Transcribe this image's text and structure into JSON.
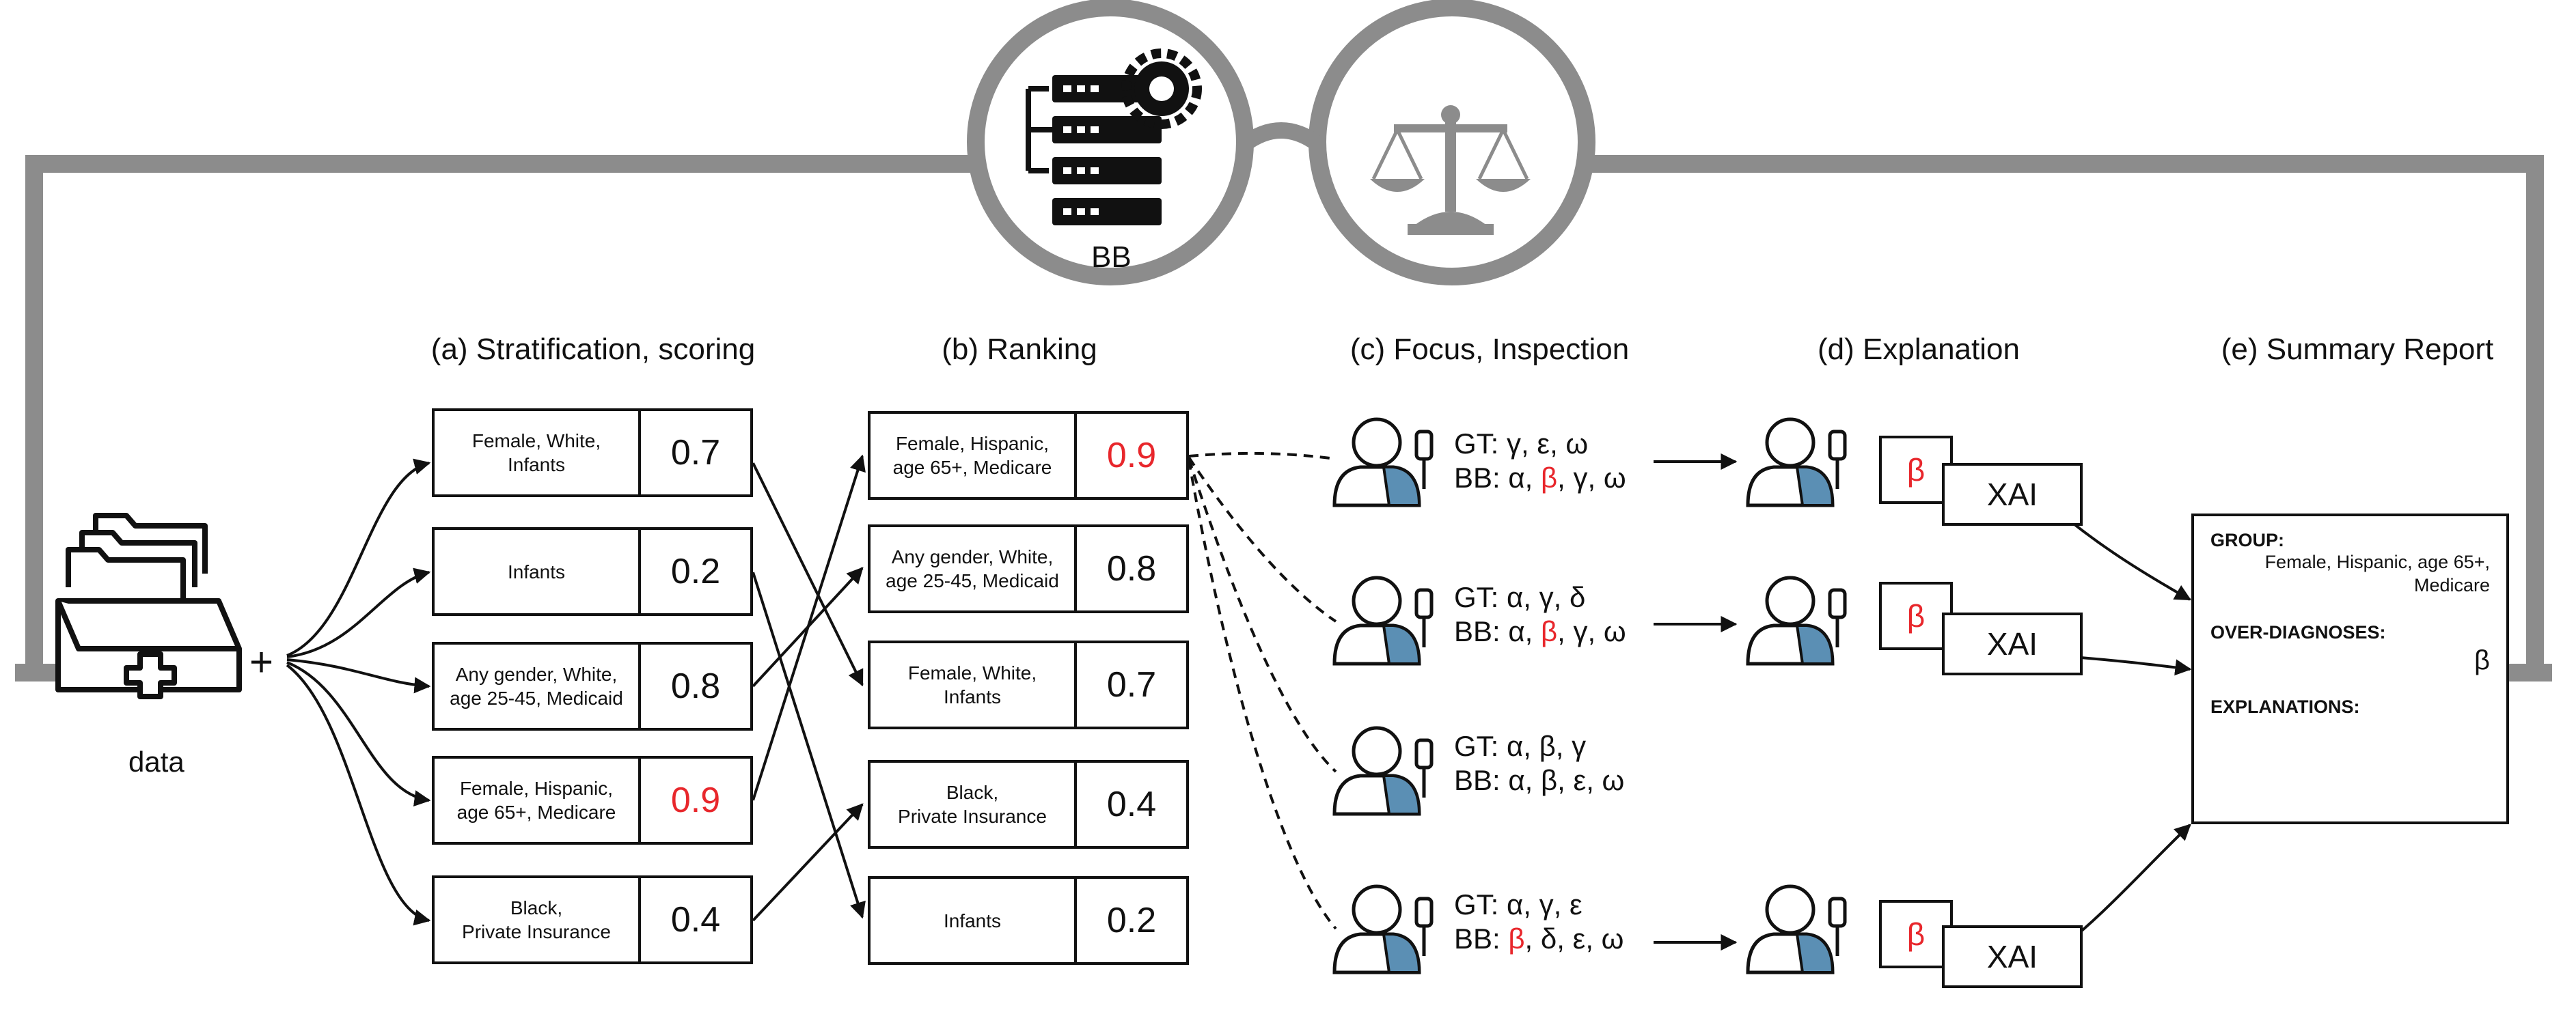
{
  "top": {
    "bb_label": "BB",
    "plus": "+"
  },
  "data_label": "data",
  "headers": {
    "a": "(a) Stratification, scoring",
    "b": "(b) Ranking",
    "c": "(c) Focus, Inspection",
    "d": "(d) Explanation",
    "e": "(e) Summary Report"
  },
  "stratification": [
    {
      "label": "Female, White,\nInfants",
      "score": "0.7"
    },
    {
      "label": "Infants",
      "score": "0.2"
    },
    {
      "label": "Any gender, White,\nage 25-45, Medicaid",
      "score": "0.8"
    },
    {
      "label": "Female, Hispanic,\nage 65+, Medicare",
      "score": "0.9"
    },
    {
      "label": "Black,\nPrivate Insurance",
      "score": "0.4"
    }
  ],
  "ranking": [
    {
      "label": "Female, Hispanic,\nage 65+, Medicare",
      "score": "0.9"
    },
    {
      "label": "Any gender, White,\nage 25-45, Medicaid",
      "score": "0.8"
    },
    {
      "label": "Female, White,\nInfants",
      "score": "0.7"
    },
    {
      "label": "Black,\nPrivate Insurance",
      "score": "0.4"
    },
    {
      "label": "Infants",
      "score": "0.2"
    }
  ],
  "inspection": [
    {
      "gt_prefix": "GT: ",
      "gt_rest": "γ, ε, ω",
      "bb_prefix": "BB: α, ",
      "bb_red": "β",
      "bb_rest": ", γ, ω"
    },
    {
      "gt_prefix": "GT: ",
      "gt_rest": "α, γ, δ",
      "bb_prefix": "BB: α, ",
      "bb_red": "β",
      "bb_rest": ", γ, ω"
    },
    {
      "gt_prefix": "GT: ",
      "gt_rest": "α, β, γ",
      "bb_prefix": "BB: α, β, ε, ω",
      "bb_red": "",
      "bb_rest": ""
    },
    {
      "gt_prefix": "GT: ",
      "gt_rest": "α, γ, ε",
      "bb_prefix": "BB: ",
      "bb_red": "β",
      "bb_rest": ", δ, ε, ω"
    }
  ],
  "explanation": [
    {
      "beta": "β",
      "xai": "XAI"
    },
    {
      "beta": "β",
      "xai": "XAI"
    },
    {
      "beta": "β",
      "xai": "XAI"
    }
  ],
  "report": {
    "group_label": "GROUP:",
    "group_value": "Female, Hispanic, age 65+,\nMedicare",
    "over_label": "OVER-DIAGNOSES:",
    "over_value": "β",
    "expl_label": "EXPLANATIONS:"
  },
  "colors": {
    "accent_red": "#e8272c",
    "frame_gray": "#8c8c8c",
    "person_blue": "#5b8fb4"
  }
}
